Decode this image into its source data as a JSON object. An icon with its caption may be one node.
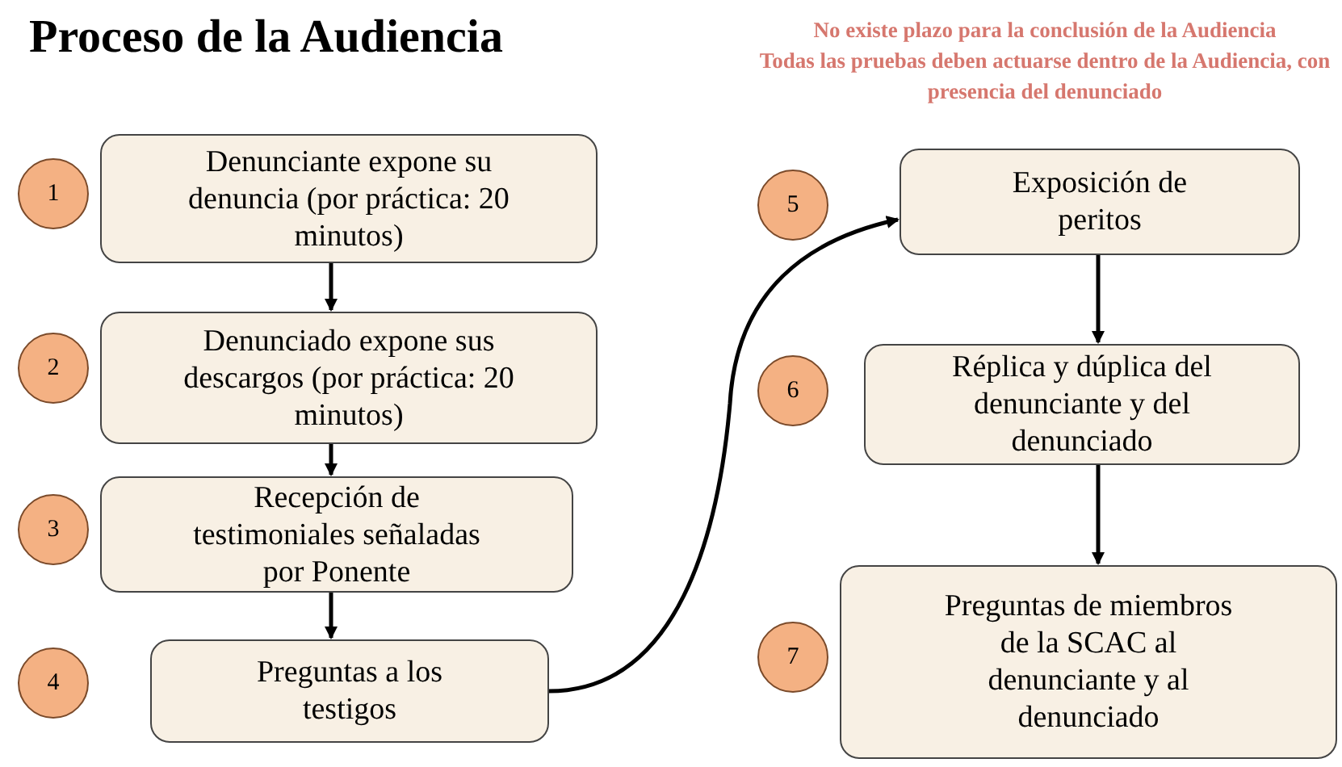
{
  "diagram": {
    "title": "Proceso de la Audiencia",
    "nodes": [
      {
        "text": [
          "1"
        ]
      },
      {
        "text": [
          "Denunciante expone su denuncia (por práctica: 20 minutos)"
        ]
      },
      {
        "text": [
          "2"
        ]
      },
      {
        "text": [
          "Denunciado expone sus descargos (por práctica: 20 minutos)"
        ]
      },
      {
        "text": [
          "3"
        ]
      },
      {
        "text": [
          "Recepción de testimoniales señaladas por Ponente"
        ]
      },
      {
        "text": [
          "4"
        ]
      },
      {
        "text": [
          "Preguntas a los testigos"
        ]
      },
      {
        "text": [
          "5"
        ]
      },
      {
        "text": [
          "Exposición de peritos"
        ]
      },
      {
        "text": [
          "6"
        ]
      },
      {
        "text": [
          "Réplica y dúplica del denunciante y del denunciado"
        ]
      },
      {
        "text": [
          "7"
        ]
      },
      {
        "text": [
          "Preguntas de miembros de la SCAC al denunciante y al denunciado"
        ]
      }
    ],
    "edges": [
      {
        "from": 1,
        "to": 3,
        "arrow": "to"
      },
      {
        "from": 3,
        "to": 5,
        "arrow": "to"
      },
      {
        "from": 5,
        "to": 7,
        "arrow": "to"
      },
      {
        "from": 7,
        "to": 9,
        "arrow": "to"
      },
      {
        "from": 9,
        "to": 11,
        "arrow": "to"
      },
      {
        "from": 11,
        "to": 13,
        "arrow": "to"
      }
    ],
    "labels": [
      "No existe plazo para la conclusión de la Audiencia",
      "Todas las pruebas deben actuarse dentro de la Audiencia, con presencia del denunciado"
    ]
  }
}
